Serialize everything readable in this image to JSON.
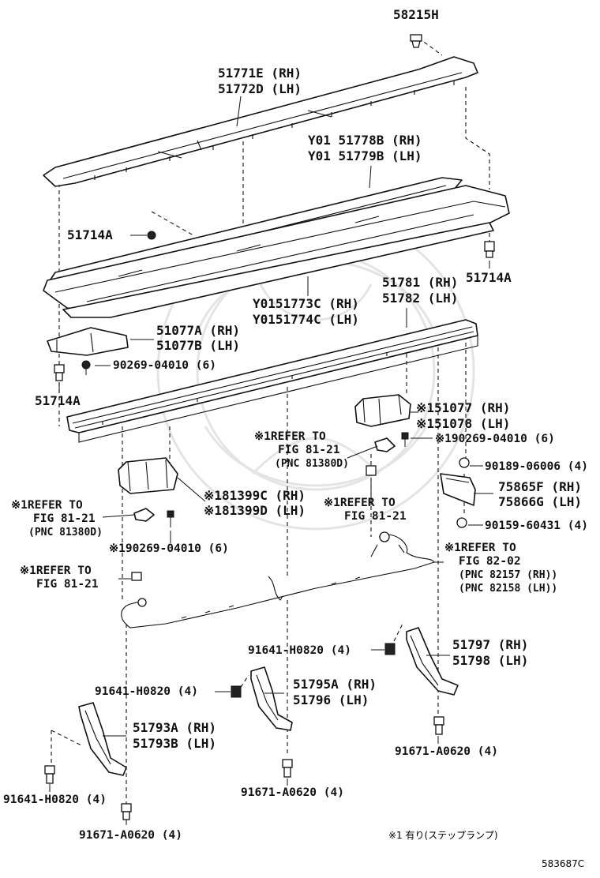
{
  "diagram": {
    "code": "583687C",
    "footnote": "※1  有り(ステップランプ)",
    "parts": {
      "p58215H": "58215H",
      "p51771E": "51771E (RH)",
      "p51772D": "51772D (LH)",
      "p51778B": "Y01 51778B (RH)",
      "p51779B": "Y01 51779B (LH)",
      "p51714A_1": "51714A",
      "p51714A_2": "51714A",
      "p51714A_3": "51714A",
      "p51773C": "Y0151773C (RH)",
      "p51774C": "Y0151774C (LH)",
      "p51781": "51781 (RH)",
      "p51782": "51782 (LH)",
      "p51077A": "51077A (RH)",
      "p51077B": "51077B (LH)",
      "p90269_a": "90269-04010 (6)",
      "p51077": "※151077 (RH)",
      "p51078": "※151078 (LH)",
      "ref1_a": "※1REFER TO",
      "ref1_b": "FIG 81-21",
      "ref1_c": "(PNC 81380D)",
      "p90269_b": "※190269-04010 (6)",
      "p90189": "90189-06006 (4)",
      "p75865F": "75865F (RH)",
      "p75866G": "75866G (LH)",
      "p81399C": "※181399C (RH)",
      "p81399D": "※181399D (LH)",
      "ref2_a": "※1REFER TO",
      "ref2_b": "FIG 81-21",
      "ref2_c": "(PNC 81380D)",
      "ref3_a": "※1REFER TO",
      "ref3_b": "FIG 81-21",
      "p90159": "90159-60431 (4)",
      "p90269_c": "※190269-04010 (6)",
      "ref4_a": "※1REFER TO",
      "ref4_b": "FIG 82-02",
      "ref4_c": "(PNC 82157 (RH))",
      "ref4_d": "(PNC 82158 (LH))",
      "ref5_a": "※1REFER TO",
      "ref5_b": "FIG 81-21",
      "p91641_a": "91641-H0820 (4)",
      "p51797": "51797 (RH)",
      "p51798": "51798 (LH)",
      "p91641_b": "91641-H0820 (4)",
      "p51795A": "51795A (RH)",
      "p51796": "51796 (LH)",
      "p51793A": "51793A (RH)",
      "p51793B": "51793B (LH)",
      "p91671_a": "91671-A0620 (4)",
      "p91641_c": "91641-H0820 (4)",
      "p91671_b": "91671-A0620 (4)",
      "p91671_c": "91671-A0620 (4)"
    }
  }
}
